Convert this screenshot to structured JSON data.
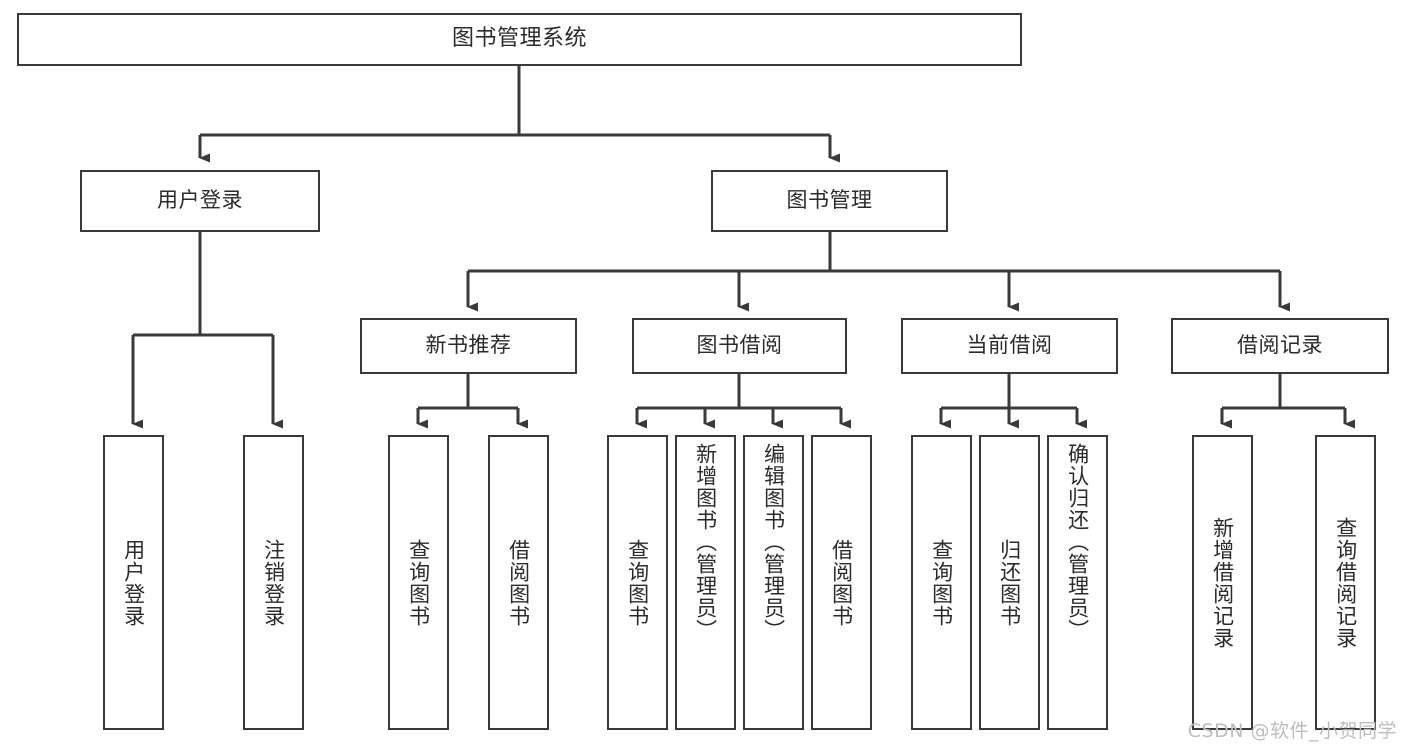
{
  "diagram": {
    "title": "图书管理系统",
    "type": "tree-hierarchy-chart",
    "colors": {
      "box_stroke": "#3a3a3a",
      "box_fill": "#ffffff",
      "connector": "#3a3a3a",
      "text": "#2b2b2b",
      "watermark": "#bdbdbd",
      "background": "#ffffff"
    },
    "root": {
      "label": "图书管理系统"
    },
    "level2": [
      {
        "label": "用户登录"
      },
      {
        "label": "图书管理"
      }
    ],
    "level3": [
      {
        "label": "新书推荐"
      },
      {
        "label": "图书借阅"
      },
      {
        "label": "当前借阅"
      },
      {
        "label": "借阅记录"
      }
    ],
    "leaves": {
      "user_login": [
        {
          "label": "用户登录"
        },
        {
          "label": "注销登录"
        }
      ],
      "new_book_recommend": [
        {
          "label": "查询图书"
        },
        {
          "label": "借阅图书"
        }
      ],
      "book_borrow": [
        {
          "label": "查询图书"
        },
        {
          "label": "新增图书（管理员）"
        },
        {
          "label": "编辑图书（管理员）"
        },
        {
          "label": "借阅图书"
        }
      ],
      "current_borrow": [
        {
          "label": "查询图书"
        },
        {
          "label": "归还图书"
        },
        {
          "label": "确认归还（管理员）"
        }
      ],
      "borrow_record": [
        {
          "label": "新增借阅记录"
        },
        {
          "label": "查询借阅记录"
        }
      ]
    },
    "watermark": "CSDN @软件_小贺同学"
  }
}
